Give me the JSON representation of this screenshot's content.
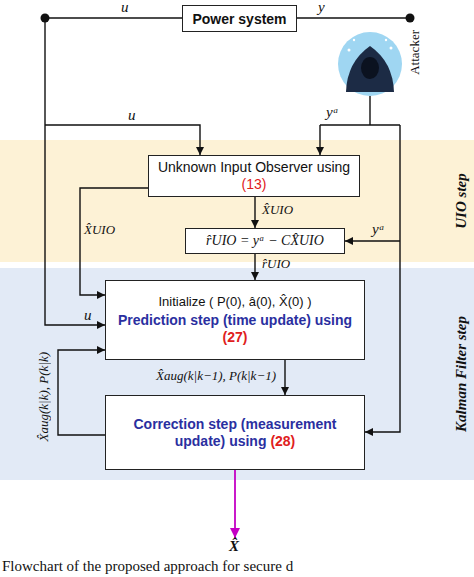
{
  "diagram": {
    "caption": "Flowchart of the proposed approach for secure d",
    "nodes": [
      {
        "text": [
          "Power system"
        ]
      },
      {
        "text": [
          "UIO step"
        ]
      },
      {
        "text": [
          "Unknown Input Observer using (13)"
        ],
        "in": 1
      },
      {
        "text": [
          "r̂UIO = yᵃ − CX̂UIO"
        ],
        "in": 1
      },
      {
        "text": [
          "Kalman Filter step"
        ]
      },
      {
        "text": [
          "Initialize ( P(0), â(0), X̂(0) )",
          "Prediction step (time update) using (27)"
        ],
        "in": 4
      },
      {
        "text": [
          "Correction step (measurement update) using (28)"
        ],
        "in": 4
      }
    ],
    "edges": [
      {
        "from": 2,
        "to": 3,
        "arrow": "to",
        "label": "X̂UIO"
      },
      {
        "from": 2,
        "to": 5,
        "arrow": "to",
        "label": "X̂UIO"
      },
      {
        "from": 3,
        "to": 5,
        "arrow": "to",
        "label": "r̂UIO"
      },
      {
        "from": 5,
        "to": 6,
        "arrow": "to",
        "label": "X̂aug(k|k−1), P(k|k−1)"
      },
      {
        "from": 6,
        "to": 5,
        "arrow": "to",
        "label": "X̂aug(k|k), P(k|k)"
      }
    ],
    "labels": [
      "u",
      "y",
      "Attacker",
      "u",
      "yᵃ",
      "yᵃ",
      "u",
      "X̂"
    ]
  }
}
